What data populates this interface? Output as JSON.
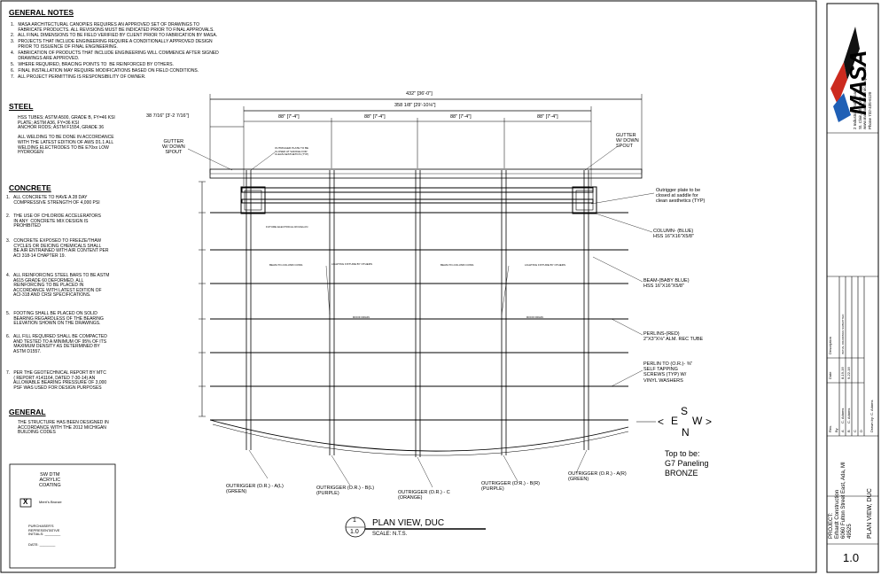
{
  "general_notes": {
    "heading": "GENERAL NOTES",
    "items": [
      "1.   MASA ARCHITECTURAL CANOPIES REQUIRES AN APPROVED SET OF DRAWINGS TO\n      FABRICATE PRODUCTS. ALL REVISIONS MUST BE INDICATED PRIOR TO FINAL APPROVALS.",
      "2.   ALL FINAL DIMENSIONS TO BE FIELD VERIFIED BY CLIENT PRIOR TO FABRICATION BY MASA.",
      "3.   PROJECTS THAT INCLUDE ENGINEERING REQUIRE A CONDITIONALLY APPROVED DESIGN\n      PRIOR TO ISSUENCE OF FINAL ENGINEERING.",
      "4.   FABRICATION OF PRODUCTS THAT INCLUDE ENGINEERING WILL COMMENCE AFTER SIGNED\n      DRAWINGS ARE APPROVED.",
      "5.   WHERE REQUIRED, BRACING POINTS TO  BE REINFORCED BY OTHERS.",
      "6.   FINAL INSTALLATION MAY REQUIRE MODIFICATIONS BASED ON FIELD CONDITIONS.",
      "7.   ALL PROJECT PERMITTING IS RESPONSIBILITY OF OWNER."
    ]
  },
  "steel": {
    "heading": "STEEL",
    "text": "HSS TUBES; ASTM A500, GRADE B, FY=46 KSI\nPLATE; ASTM A36, FY=36 KSI\nANCHOR RODS; ASTM F1554, GRADE 36\n\nALL WELDING TO BE DONE IN ACCORDANCE\nWITH THE LATEST EDITION OF AWS D1.1 ALL\nWELDING ELECTRODES TO BE E70xx LOW\nHYDROGEN"
  },
  "concrete": {
    "heading": "CONCRETE",
    "items": [
      "1.   ALL CONCRETE TO HAVE A 28 DAY\n      COMPRESSIVE STRENGTH OF 4,000 PSI",
      "2.   THE USE OF CHLORIDE ACCELERATORS\n      IN ANY  CONCRETE MIX DESIGN IS\n      PROHIBITED",
      "3.   CONCRETE EXPOSED TO FREEZE/THAW\n      CYCLES OR DEICING CHEMICALS SHALL\n      BE AIR ENTRAINED WITH AIR CONTENT PER\n      ACI 318-14 CHAPTER 19.",
      "4.   ALL REINFORCING STEEL BARS TO BE ASTM\n      A615 GRADE 60 DEFORMED. ALL\n      REINFORCING TO BE PLACED IN\n      ACCORDANCE WITH LATEST EDITION OF\n      ACI-318 AND CRSI SPECIFICATIONS.",
      "5.   FOOTING SHALL BE PLACED ON SOLID\n      BEARING REGARDLESS OF THE BEARING\n      ELEVATION SHOWN ON THE DRAWINGS.",
      "6.   ALL FILL REQUIRED SHALL BE COMPACTED\n      AND TESTED TO A MINIMUM OF 95% OF ITS\n      MAXIMUM DENSITY AS DETERMINED BY\n      ASTM D1557.",
      "7.   PER THE GEOTECHNICAL REPORT BY MTC\n      ( REPORT #141164, DATED 7-30-14) AN\n      ALLOWABLE BEARING PRESSURE OF 3,000\n      PSF WAS USED FOR DESIGN PURPOSES"
    ]
  },
  "general": {
    "heading": "GENERAL",
    "text": "THE STRUCTURE HAS BEEN DESIGNED IN\nACCORDANCE WITH THE 2012 MICHIGAN\nBUILDING CODES"
  },
  "color_box": {
    "title": "SW DTM\nACRYLIC\nCOATING",
    "check_mark": "X",
    "option": "Merri's Bronze",
    "sign_label": "PURCHASER'S\nREPRESENTATIVE\nINITIALS: ________",
    "date_label": "DATE: ________"
  },
  "dimensions": {
    "overall": "432\" [36'-0\"]",
    "inner": "358 1/8\" [29'-10⅛\"]",
    "left_offset": "38 7/16\" [3'-2 7/16\"]",
    "bay": "88\" [7'-4\"]"
  },
  "labels": {
    "gutter_left": "GUTTER\nW/ DOWN\nSPOUT",
    "gutter_right": "GUTTER\nW/ DOWN\nSPOUT",
    "outrigger_plate": "Outrigger plate to be\nclosed at saddle for\nclean aesthetics (TYP)",
    "column": "COLUMN- (BLUE)\nHSS 16\"X16\"X5/8\"",
    "beam": "BEAM-(BABY BLUE)\nHSS 16\"X16\"X5/8\"",
    "purlins": "PERLINS-(RED)\n2\"X3\"X⅛\" ALM. REC TUBE",
    "perlin_to": "PERLIN TO (O.R.)- ⅜\"\nSELF TAPPING\nSCREWS (TYP) W/\nVINYL WASHERS",
    "top_to_be": "Top to be:\nG7 Paneling\nBRONZE",
    "outrigger_al": "OUTRIGGER (O.R.) - A(L)\n(GREEN)",
    "outrigger_bl": "OUTRIGGER (O.R.) - B(L)\n(PURPLE)",
    "outrigger_c": "OUTRIGGER (O.R.) - C\n(ORANGE)",
    "outrigger_br": "OUTRIGGER (O.R.) - B(R)\n(PURPLE)",
    "outrigger_ar": "OUTRIGGER (O.R.) - A(R)\n(GREEN)",
    "tiny_note_1": "OUTRIGGER PLATE TO BE\nCLOSED AT SADDLE FOR\nCLEAN AESTHETICS (TYP)",
    "tiny_note_2": "FUTURE ELECTRICAL ROUGH-IN",
    "tiny_note_3": "LIGHTING FIXTURE BY OTHERS",
    "tiny_note_4": "BEAM-TO-COLUMN CONN.",
    "tiny_note_5": "LIGHTING FIXTURE BY OTHERS",
    "tiny_note_6": "BEAM-TO-COLUMN CONN.",
    "tiny_note_7": "ROOF DRAIN",
    "tiny_note_8": "ROOF DRAIN"
  },
  "compass": {
    "n": "N",
    "s": "S",
    "e": "E",
    "w": "W",
    "left_arrow": "<",
    "right_arrow": ">"
  },
  "view_title": {
    "number": "1",
    "sheet": "1.0",
    "title": "PLAN VIEW, DUC",
    "scale": "SCALE: N.T.S."
  },
  "title_block": {
    "logo": "MASA",
    "address": "2 Industrial Park Road\nSt. Clair, Ml 48079\nwww.masaarchitecturalcanopies.com\nPhone 732-435-6120",
    "revisions_header": [
      "Rev.",
      "By",
      "Date",
      "Description"
    ],
    "revisions": [
      {
        "rev": "A",
        "by": "C. Adams",
        "date": "8-19-16",
        "desc": "INITIAL DRAWINGS SUBMITTED"
      },
      {
        "rev": "B",
        "by": "C. Adams",
        "date": "9-22-16",
        "desc": ""
      },
      {
        "rev": "C",
        "by": "",
        "date": "",
        "desc": ""
      },
      {
        "rev": "D",
        "by": "",
        "date": "",
        "desc": ""
      }
    ],
    "drawn_by": "Drawn by:  C. Adams",
    "project": "PROJECT:\nErhardt Construction\n6060 Fulton Street East, Ada, MI\n49525",
    "sheet_title": "PLAN VIEW, DUC",
    "sheet_number": "1.0"
  }
}
